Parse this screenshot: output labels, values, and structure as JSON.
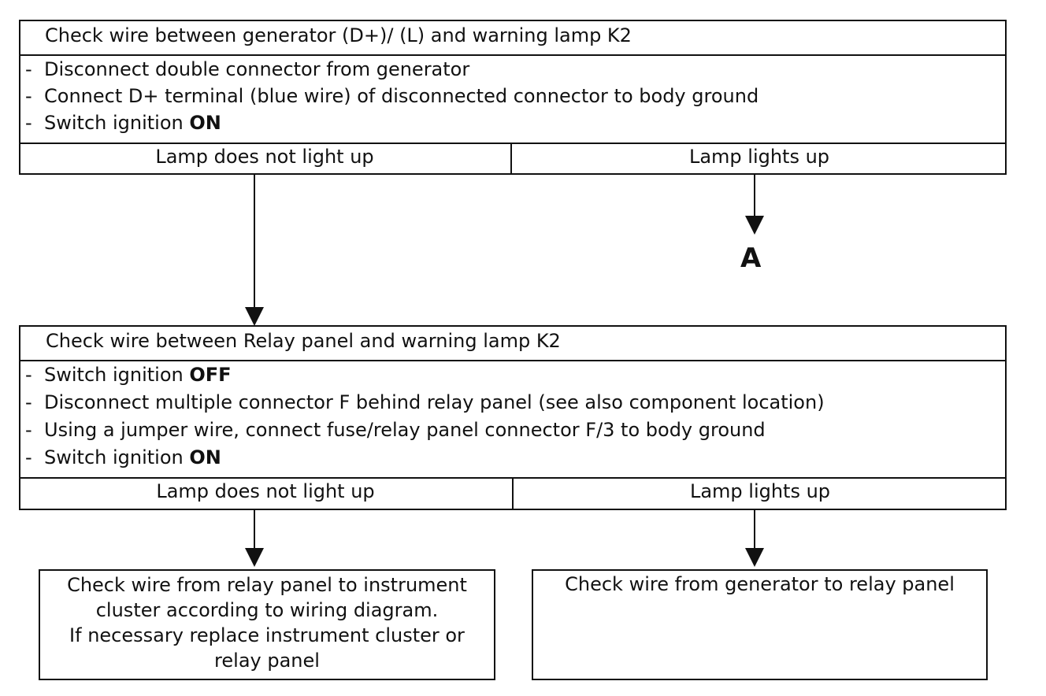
{
  "block1": {
    "title": "Check wire between generator (D+)/ (L) and warning lamp K2",
    "steps": [
      {
        "dash": "-",
        "text": "Disconnect double connector from generator",
        "bold": ""
      },
      {
        "dash": "-",
        "text": "Connect D+ terminal (blue wire) of disconnected connector to body ground",
        "bold": ""
      },
      {
        "dash": "-",
        "text": "Switch ignition ",
        "bold": "ON"
      }
    ],
    "outcome_left": "Lamp does not light up",
    "outcome_right": "Lamp lights up"
  },
  "ref_label": "A",
  "block2": {
    "title": "Check wire between Relay panel and warning lamp K2",
    "steps": [
      {
        "dash": "-",
        "text": "Switch ignition ",
        "bold": "OFF"
      },
      {
        "dash": "-",
        "text": "Disconnect multiple connector F behind relay panel (see also component location)",
        "bold": ""
      },
      {
        "dash": "-",
        "text": "Using a jumper wire, connect fuse/relay panel connector F/3 to body ground",
        "bold": ""
      },
      {
        "dash": "-",
        "text": "Switch ignition ",
        "bold": "ON"
      }
    ],
    "outcome_left": "Lamp does not light up",
    "outcome_right": "Lamp lights up"
  },
  "result_left": {
    "lines": [
      "Check wire from relay panel to instrument",
      "cluster according to wiring diagram.",
      "If necessary replace instrument cluster or",
      "relay panel"
    ]
  },
  "result_right": {
    "lines": [
      "Check wire from generator to relay panel"
    ]
  }
}
